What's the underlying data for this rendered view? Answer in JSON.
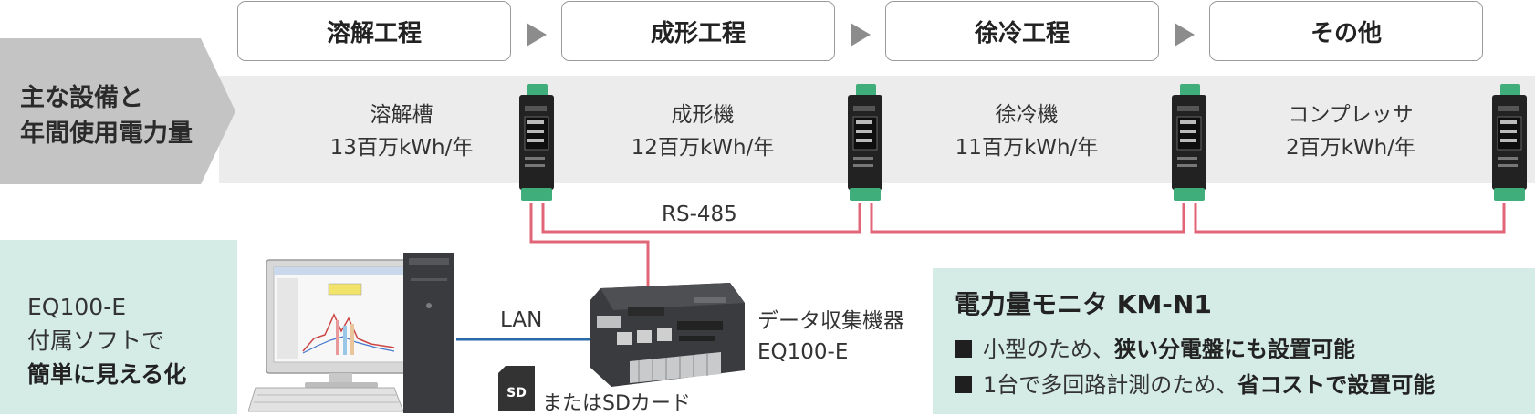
{
  "process_steps": [
    {
      "label": "溶解工程"
    },
    {
      "label": "成形工程"
    },
    {
      "label": "徐冷工程"
    },
    {
      "label": "その他"
    }
  ],
  "band_label": {
    "line1": "主な設備と",
    "line2": "年間使用電力量"
  },
  "equipment": [
    {
      "name": "溶解槽",
      "usage": "13百万kWh/年"
    },
    {
      "name": "成形機",
      "usage": "12百万kWh/年"
    },
    {
      "name": "徐冷機",
      "usage": "11百万kWh/年"
    },
    {
      "name": "コンプレッサ",
      "usage": "2百万kWh/年"
    }
  ],
  "network": {
    "rs485_label": "RS-485",
    "lan_label": "LAN"
  },
  "software_panel": {
    "line1": "EQ100-E",
    "line2": "付属ソフトで",
    "line3": "簡単に見える化"
  },
  "collector": {
    "line1": "データ収集機器",
    "line2": "EQ100-E"
  },
  "sd_card": {
    "icon_text": "SD",
    "label": "またはSDカード"
  },
  "monitor_panel": {
    "title": "電力量モニタ KM-N1",
    "bullets": [
      {
        "normal": "小型のため、",
        "bold": "狭い分電盤にも設置可能"
      },
      {
        "normal": "1台で多回路計測のため、",
        "bold": "省コストで設置可能"
      }
    ]
  },
  "colors": {
    "band": "#ececec",
    "panel": "#d5ece6",
    "rs485_line": "#e06677",
    "lan_line": "#2a6aa8",
    "module_green": "#3fae7a"
  }
}
